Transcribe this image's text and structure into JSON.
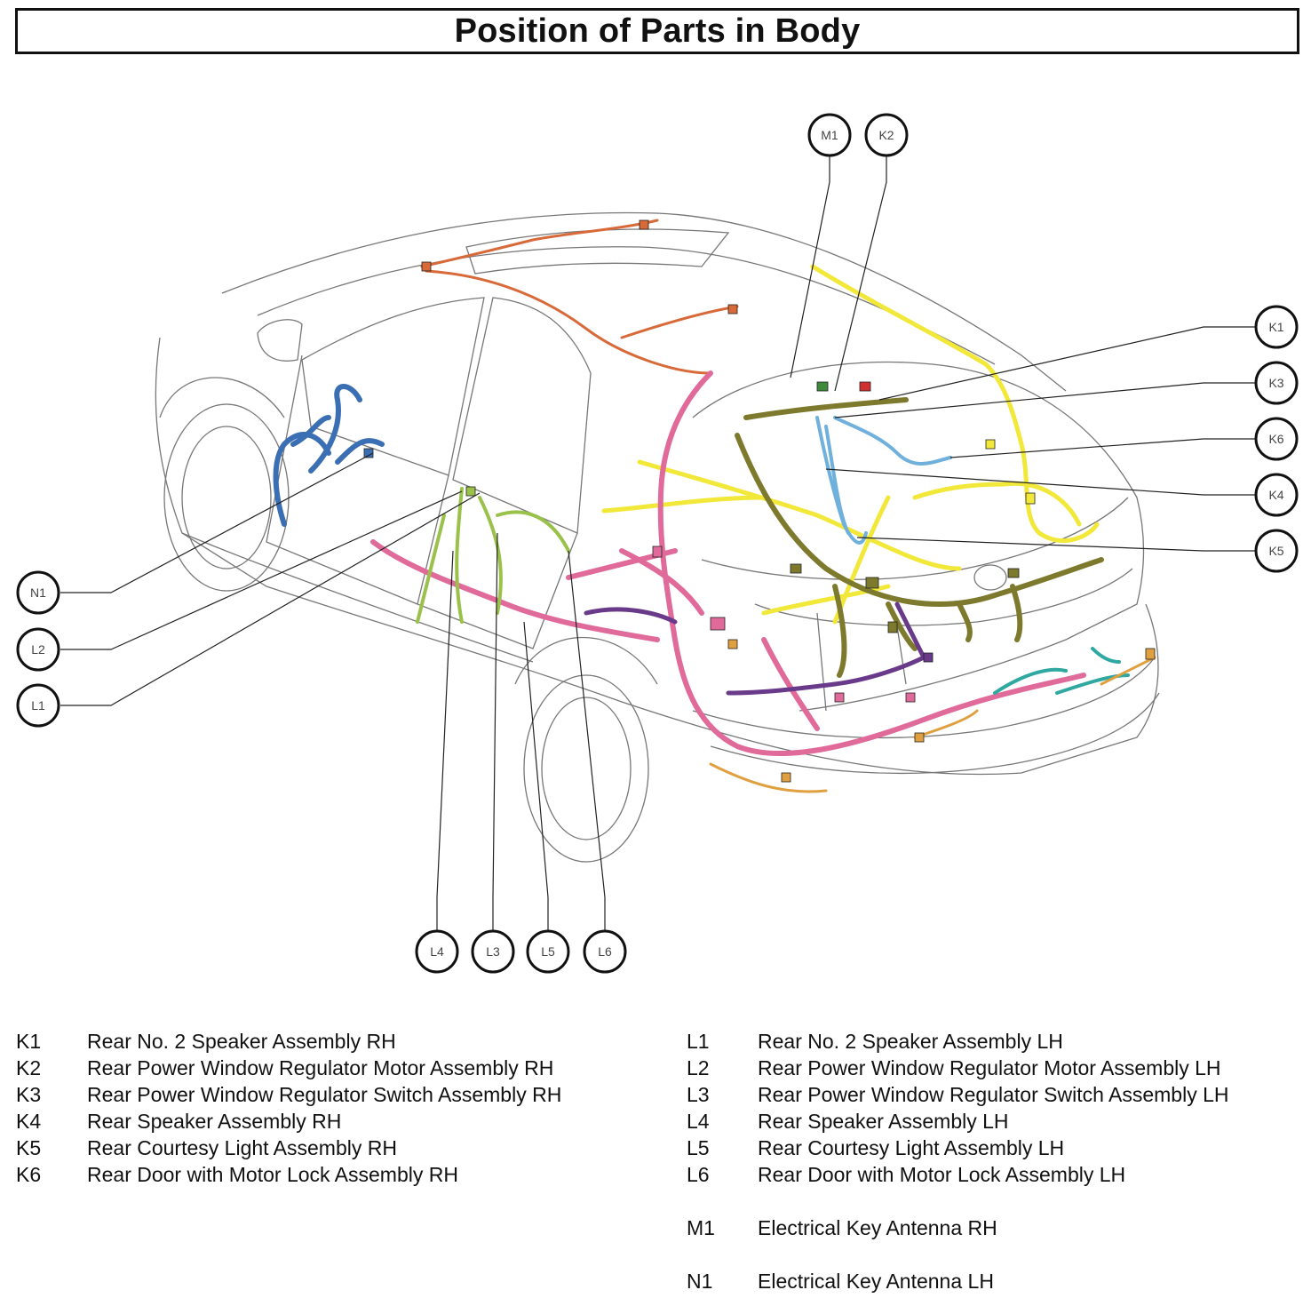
{
  "title": "Position of Parts in Body",
  "callouts": [
    "M1",
    "K2",
    "K1",
    "K3",
    "K6",
    "K4",
    "K5",
    "N1",
    "L2",
    "L1",
    "L4",
    "L3",
    "L5",
    "L6"
  ],
  "legend_left": [
    {
      "code": "K1",
      "name": "Rear No. 2 Speaker Assembly RH"
    },
    {
      "code": "K2",
      "name": "Rear Power Window Regulator Motor Assembly RH"
    },
    {
      "code": "K3",
      "name": "Rear Power Window Regulator Switch Assembly RH"
    },
    {
      "code": "K4",
      "name": "Rear Speaker Assembly RH"
    },
    {
      "code": "K5",
      "name": "Rear Courtesy Light Assembly RH"
    },
    {
      "code": "K6",
      "name": "Rear Door with Motor Lock Assembly RH"
    }
  ],
  "legend_right": [
    {
      "code": "L1",
      "name": "Rear No. 2 Speaker Assembly LH"
    },
    {
      "code": "L2",
      "name": "Rear Power Window Regulator Motor Assembly LH"
    },
    {
      "code": "L3",
      "name": "Rear Power Window Regulator Switch Assembly LH"
    },
    {
      "code": "L4",
      "name": "Rear Speaker Assembly LH"
    },
    {
      "code": "L5",
      "name": "Rear Courtesy Light Assembly LH"
    },
    {
      "code": "L6",
      "name": "Rear Door with Motor Lock Assembly LH"
    },
    {
      "code": "M1",
      "name": "Electrical Key Antenna RH"
    },
    {
      "code": "N1",
      "name": "Electrical Key Antenna LH"
    }
  ],
  "harness_colors": {
    "pink": "#e06a9a",
    "yellow": "#f2e83a",
    "olive": "#7d7a2e",
    "blue": "#3b6fb3",
    "light_blue": "#6fb0dd",
    "orange": "#d86a3a",
    "green": "#9ac24b",
    "purple": "#6a3a8a",
    "teal": "#2ea8a0",
    "amber": "#e0a040"
  }
}
